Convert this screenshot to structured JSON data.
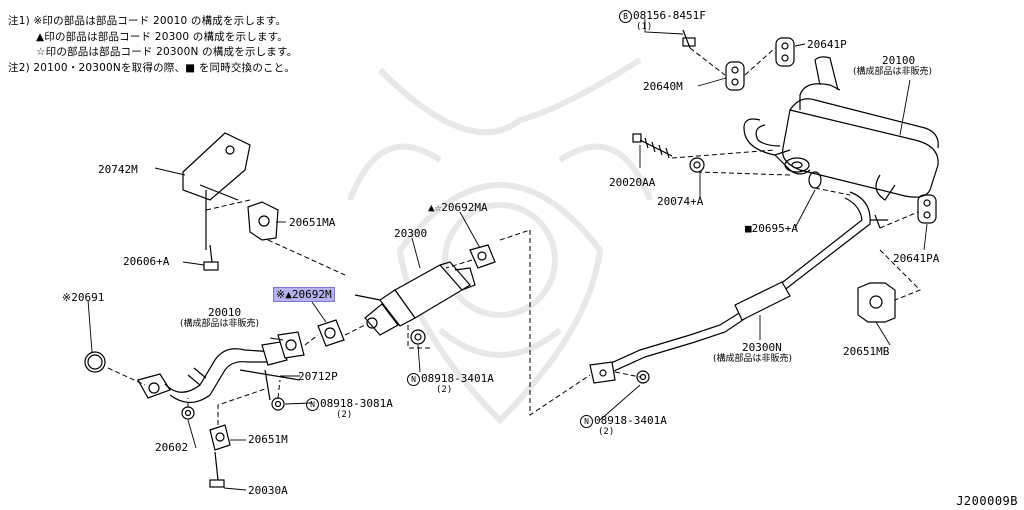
{
  "notes": {
    "line1": "注1) ※印の部品は部品コード 20010 の構成を示します。",
    "line2": "▲印の部品は部品コード 20300 の構成を示します。",
    "line3": "☆印の部品は部品コード 20300N の構成を示します。",
    "line4": "注2) 20100・20300Nを取得の際、■ を同時交換のこと。"
  },
  "labels": {
    "p08156": "08156-8451F",
    "p08156_qty": "(1)",
    "p08156_prefix": "B",
    "p20641P": "20641P",
    "p20100": "20100",
    "p20100_note": "(構成部品は非販売)",
    "p20640M": "20640M",
    "p20020AA": "20020AA",
    "p20074": "20074+A",
    "p20695": "■20695+A",
    "p20641PA": "20641PA",
    "p20651MB": "20651MB",
    "p20742M": "20742M",
    "p20651MA": "20651MA",
    "p20692MA": "▲☆20692MA",
    "p20300": "20300",
    "p20606": "20606+A",
    "p20692M": "※▲20692M",
    "p20691": "※20691",
    "p20010": "20010",
    "p20010_note": "(構成部品は非販売)",
    "p20712P": "20712P",
    "p08918_3401A_a": "08918-3401A",
    "p08918_3401A_a_qty": "(2)",
    "p08918_3081A": "08918-3081A",
    "p08918_3081A_qty": "(2)",
    "p20300N": "20300N",
    "p20300N_note": "(構成部品は非販売)",
    "p08918_3401A_b": "08918-3401A",
    "p08918_3401A_b_qty": "(2)",
    "p20602": "20602",
    "p20651M": "20651M",
    "p20030A": "20030A",
    "nut_prefix": "N"
  },
  "diagram_code": "J200009B",
  "colors": {
    "highlight": "#b7b2ee",
    "ink": "#000000",
    "watermark": "#e6e6e6"
  }
}
